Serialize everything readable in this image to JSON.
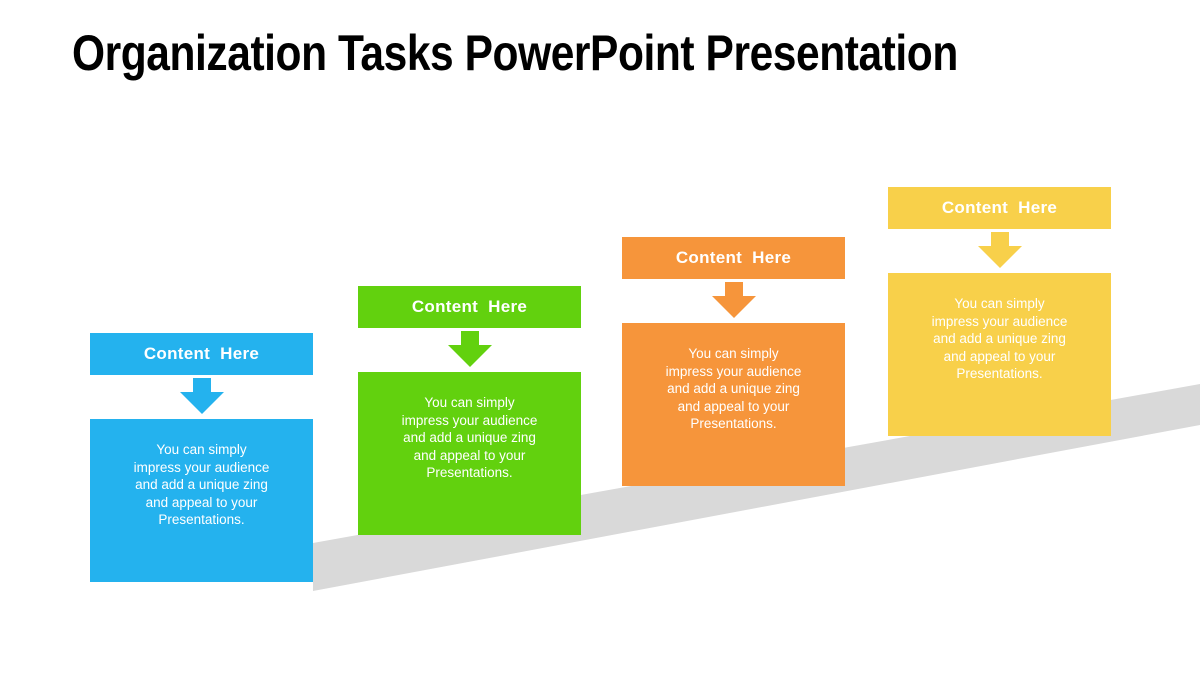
{
  "slide": {
    "title": "Organization Tasks PowerPoint Presentation",
    "background_color": "#FFFFFF",
    "title_color": "#000000"
  },
  "ramp": {
    "color": "#D9D9D9"
  },
  "blocks": [
    {
      "title": "Content  Here",
      "body": "You can simply\nimpress your audience\nand add a unique zing\nand appeal to your\nPresentations.",
      "color": "#24B2EE"
    },
    {
      "title": "Content  Here",
      "body": "You can simply\nimpress your audience\nand add a unique zing\nand appeal to your\nPresentations.",
      "color": "#62D10E"
    },
    {
      "title": "Content  Here",
      "body": "You can simply\nimpress your audience\nand add a unique zing\nand appeal to your\nPresentations.",
      "color": "#F6953B"
    },
    {
      "title": "Content  Here",
      "body": "You can simply\nimpress your audience\nand add a unique zing\nand appeal to your\nPresentations.",
      "color": "#F8D04A"
    }
  ]
}
